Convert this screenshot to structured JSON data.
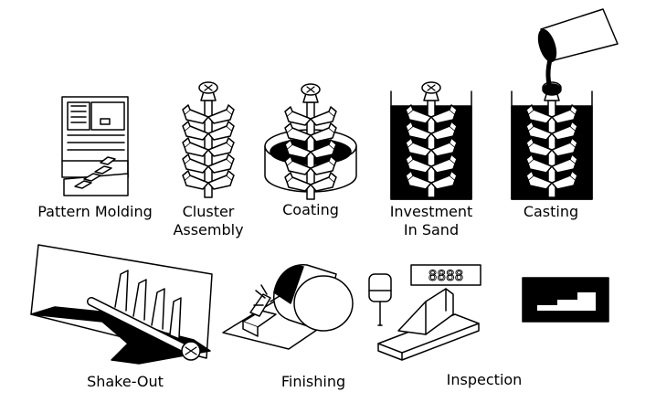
{
  "steps": [
    {
      "id": "pattern-molding",
      "label": "Pattern Molding"
    },
    {
      "id": "cluster-assembly",
      "label": "Cluster Assembly"
    },
    {
      "id": "coating",
      "label": "Coating"
    },
    {
      "id": "investment-in-sand",
      "label": "Investment In Sand"
    },
    {
      "id": "casting",
      "label": "Casting"
    },
    {
      "id": "shake-out",
      "label": "Shake-Out"
    },
    {
      "id": "finishing",
      "label": "Finishing"
    },
    {
      "id": "inspection",
      "label": "Inspection"
    }
  ],
  "colors": {
    "ink": "#000000",
    "paper": "#ffffff"
  }
}
